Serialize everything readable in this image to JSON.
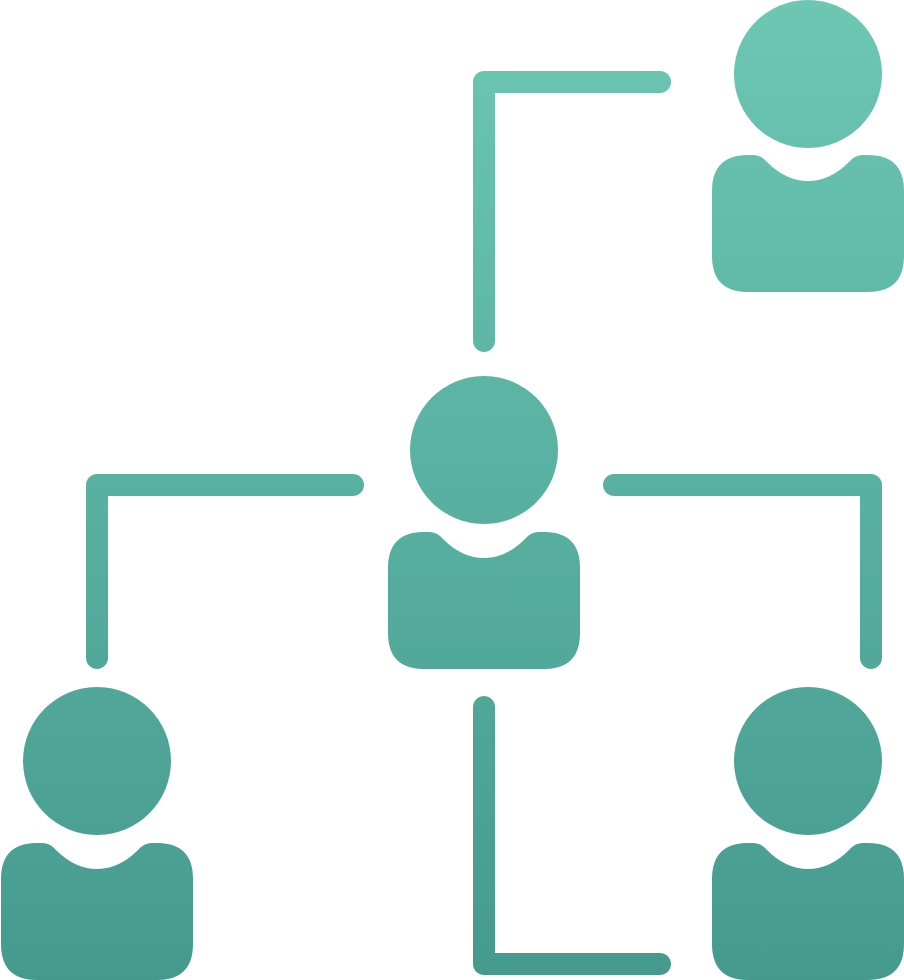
{
  "icon": "user-network-icon",
  "colors": {
    "gradient_top": "#6CC7B3",
    "gradient_bottom": "#459A8E",
    "background": "#FFFFFF"
  },
  "nodes": [
    {
      "role": "top-right",
      "icon": "user-icon"
    },
    {
      "role": "center",
      "icon": "user-icon"
    },
    {
      "role": "bottom-left",
      "icon": "user-icon"
    },
    {
      "role": "bottom-right",
      "icon": "user-icon"
    }
  ],
  "connectors": [
    {
      "from": "center",
      "to": "top-right"
    },
    {
      "from": "center",
      "to": "bottom-left"
    },
    {
      "from": "center",
      "to": "bottom-right"
    },
    {
      "from": "center",
      "to": "bottom-center"
    }
  ]
}
